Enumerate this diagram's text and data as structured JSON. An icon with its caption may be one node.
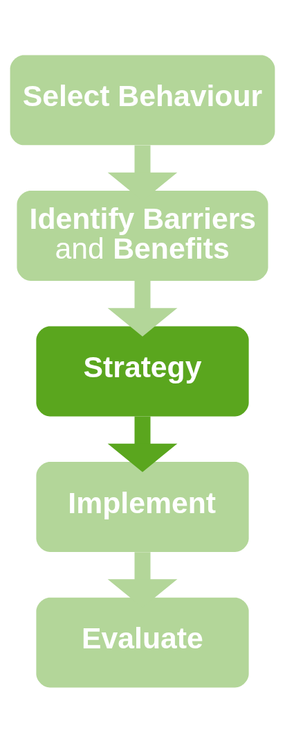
{
  "diagram": {
    "nodes": [
      {
        "text": [
          "Select Behaviour"
        ]
      },
      {
        "text": [
          "**Identify Barriers** and **Benefits**"
        ]
      },
      {
        "text": [
          "Strategy"
        ]
      },
      {
        "text": [
          "Implement"
        ]
      },
      {
        "text": [
          "Evaluate"
        ]
      }
    ],
    "edges": [
      {
        "from": 0,
        "to": 1,
        "arrow": "to"
      },
      {
        "from": 1,
        "to": 2,
        "arrow": "to"
      },
      {
        "from": 2,
        "to": 3,
        "arrow": "to",
        "color": "#5aa61e"
      },
      {
        "from": 3,
        "to": 4,
        "arrow": "to"
      }
    ]
  }
}
